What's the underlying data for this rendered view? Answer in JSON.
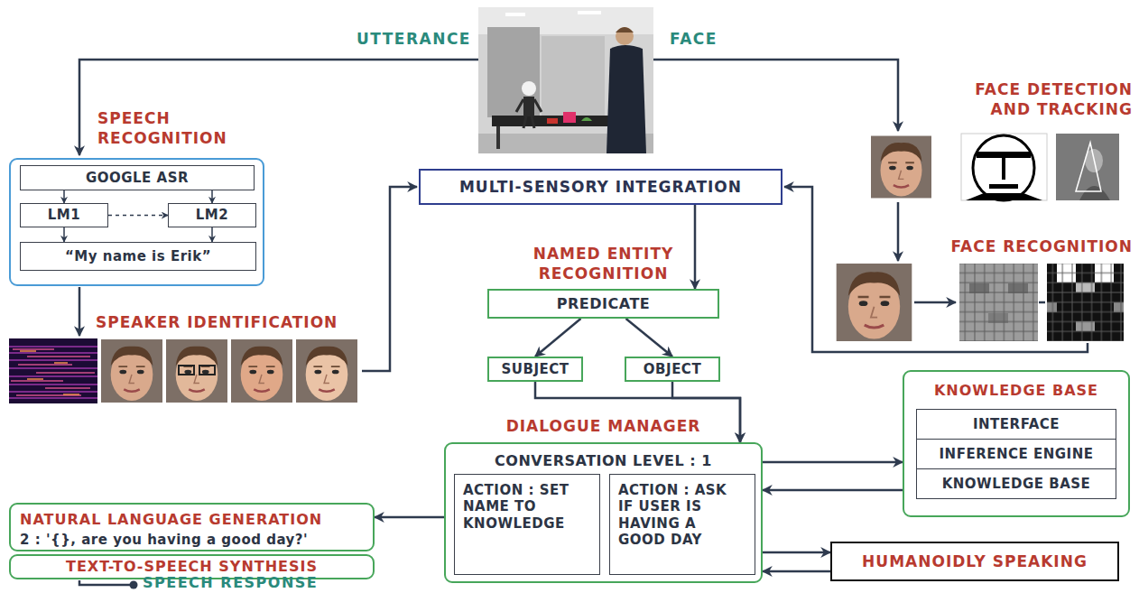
{
  "diagram": {
    "nodes": [
      {
        "text": [
          "SPEECH RECOGNITION"
        ]
      },
      {
        "text": [
          "GOOGLE ASR"
        ],
        "in": 0
      },
      {
        "text": [
          "LM1"
        ],
        "in": 0
      },
      {
        "text": [
          "LM2"
        ],
        "in": 0
      },
      {
        "text": [
          "“My name is Erik”"
        ],
        "in": 0
      },
      {
        "text": [
          "MULTI-SENSORY INTEGRATION"
        ]
      },
      {
        "text": [
          "NAMED ENTITY RECOGNITION",
          "PREDICATE"
        ]
      },
      {
        "text": [
          "SUBJECT"
        ]
      },
      {
        "text": [
          "OBJECT"
        ]
      },
      {
        "text": [
          "KNOWLEDGE BASE"
        ]
      },
      {
        "text": [
          "INTERFACE"
        ],
        "in": 9
      },
      {
        "text": [
          "INFERENCE ENGINE"
        ],
        "in": 9
      },
      {
        "text": [
          "KNOWLEDGE BASE"
        ],
        "in": 9
      },
      {
        "text": [
          "DIALOGUE MANAGER",
          "CONVERSATION LEVEL : 1"
        ]
      },
      {
        "text": [
          "ACTION : SET NAME TO KNOWLEDGE"
        ],
        "in": 13
      },
      {
        "text": [
          "ACTION : ASK IF USER IS HAVING A GOOD DAY"
        ],
        "in": 13
      },
      {
        "text": [
          "NATURAL LANGUAGE GENERATION",
          "2 : '{}, are you having a good day?'"
        ]
      },
      {
        "text": [
          "TEXT-TO-SPEECH SYNTHESIS"
        ]
      },
      {
        "text": [
          "HUMANOIDLY SPEAKING"
        ]
      }
    ],
    "edges": [
      {
        "from": 1,
        "to": 2,
        "arrow": "to"
      },
      {
        "from": 1,
        "to": 3,
        "arrow": "to"
      },
      {
        "from": 2,
        "to": 3,
        "arrow": "to"
      },
      {
        "from": 2,
        "to": 4,
        "arrow": "to"
      },
      {
        "from": 3,
        "to": 4,
        "arrow": "to"
      },
      {
        "from": 5,
        "to": 6,
        "arrow": "to"
      },
      {
        "from": 6,
        "to": 7,
        "arrow": "to"
      },
      {
        "from": 6,
        "to": 8,
        "arrow": "to"
      },
      {
        "from": 7,
        "to": 13,
        "arrow": "to"
      },
      {
        "from": 8,
        "to": 13,
        "arrow": "to"
      },
      {
        "from": 13,
        "to": 9,
        "arrow": "to"
      },
      {
        "from": 9,
        "to": 13,
        "arrow": "to"
      },
      {
        "from": 13,
        "to": 16,
        "arrow": "to"
      },
      {
        "from": 13,
        "to": 18,
        "arrow": "to"
      },
      {
        "from": 18,
        "to": 13,
        "arrow": "to"
      }
    ],
    "labels": [
      "UTTERANCE",
      "FACE",
      "FACE DETECTION AND TRACKING",
      "FACE RECOGNITION",
      "SPEAKER IDENTIFICATION",
      "SPEECH RESPONSE"
    ]
  }
}
